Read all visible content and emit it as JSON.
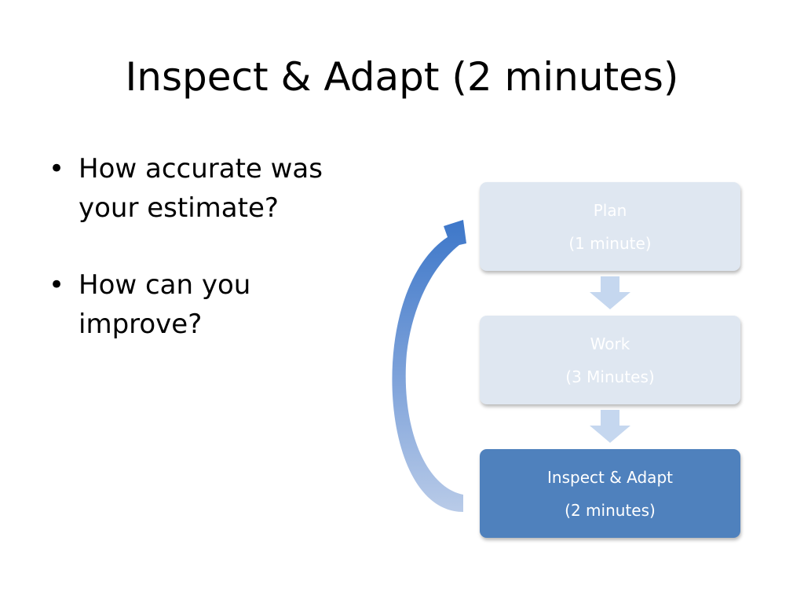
{
  "slide": {
    "title": "Inspect & Adapt (2 minutes)",
    "bullets": [
      {
        "marker": "•",
        "text": "How accurate was your estimate?"
      },
      {
        "marker": "•",
        "text": "How can you improve?"
      }
    ]
  },
  "diagram": {
    "steps": [
      {
        "name": "Plan",
        "duration": "(1 minute)",
        "highlighted": false
      },
      {
        "name": "Work",
        "duration": "(3 Minutes)",
        "highlighted": false
      },
      {
        "name": "Inspect & Adapt",
        "duration": "(2 minutes)",
        "highlighted": true
      }
    ],
    "colors": {
      "step_light": "#dfe7f1",
      "step_highlight": "#4f81bd",
      "connector_arrow": "#c5d7ef",
      "loop_arrow": "#4a7fcb"
    },
    "icons": {
      "step_connector": "down-arrow-icon",
      "feedback_loop": "curved-arrow-icon"
    }
  }
}
